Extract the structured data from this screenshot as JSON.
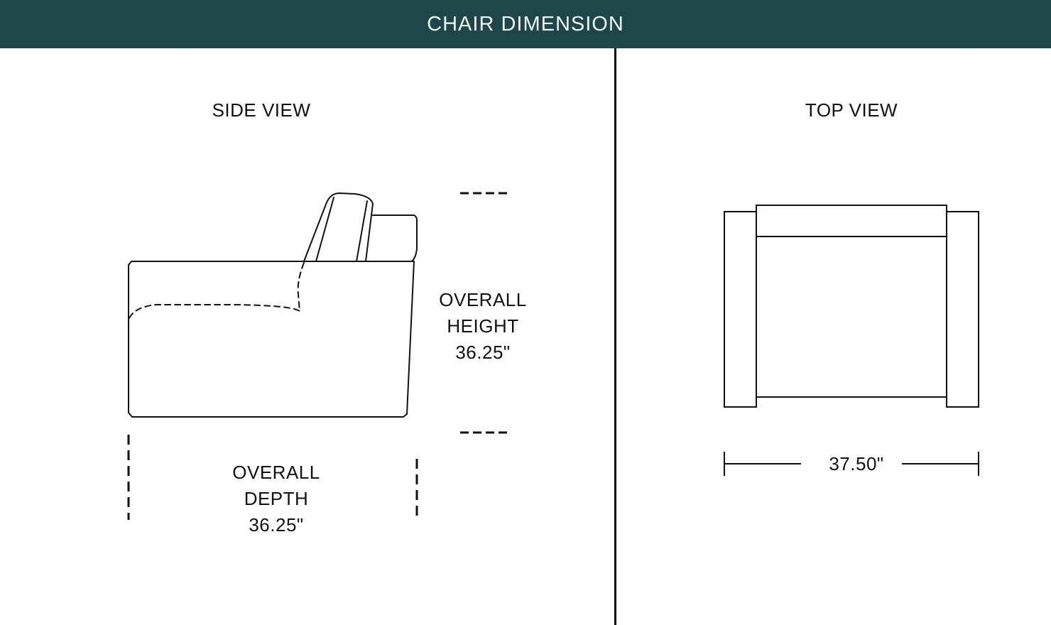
{
  "header": {
    "title": "CHAIR DIMENSION",
    "bg_color": "#1d4749"
  },
  "side_view": {
    "title": "SIDE VIEW",
    "height_label": {
      "line1": "OVERALL",
      "line2": "HEIGHT",
      "value": "36.25\""
    },
    "depth_label": {
      "line1": "OVERALL",
      "line2": "DEPTH",
      "value": "36.25\""
    }
  },
  "top_view": {
    "title": "TOP VIEW",
    "width_value": "37.50\""
  }
}
